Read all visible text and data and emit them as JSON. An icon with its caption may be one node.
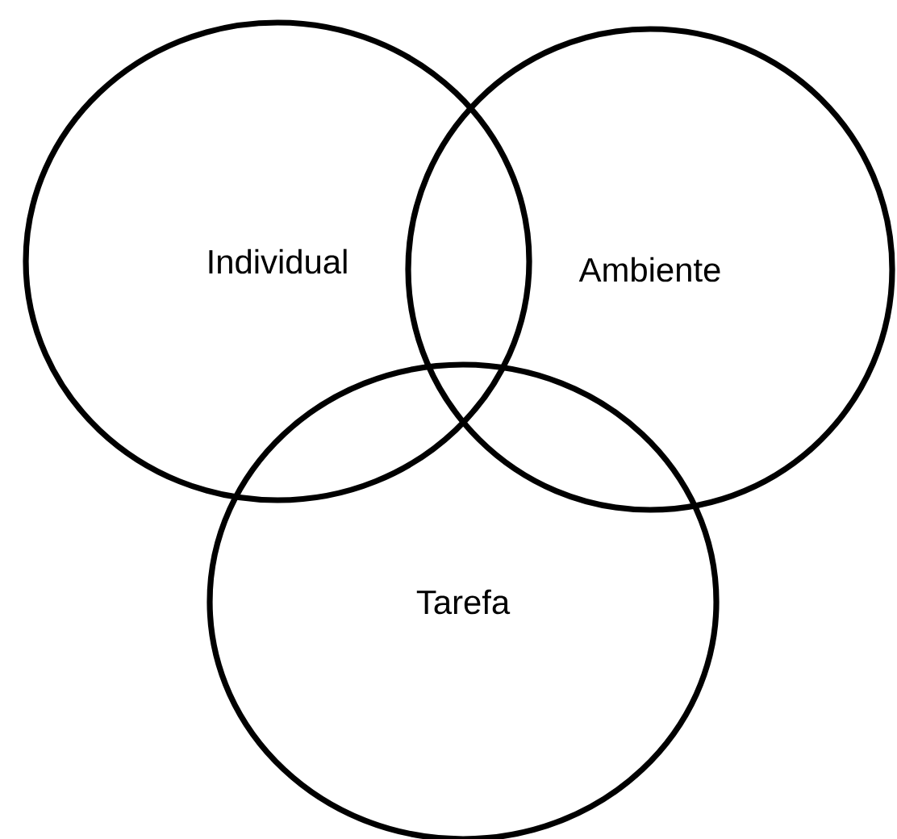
{
  "diagram": {
    "nodes": [
      {
        "text": [
          "Individual"
        ]
      },
      {
        "text": [
          "Ambiente"
        ]
      },
      {
        "text": [
          "Tarefa"
        ]
      }
    ]
  }
}
